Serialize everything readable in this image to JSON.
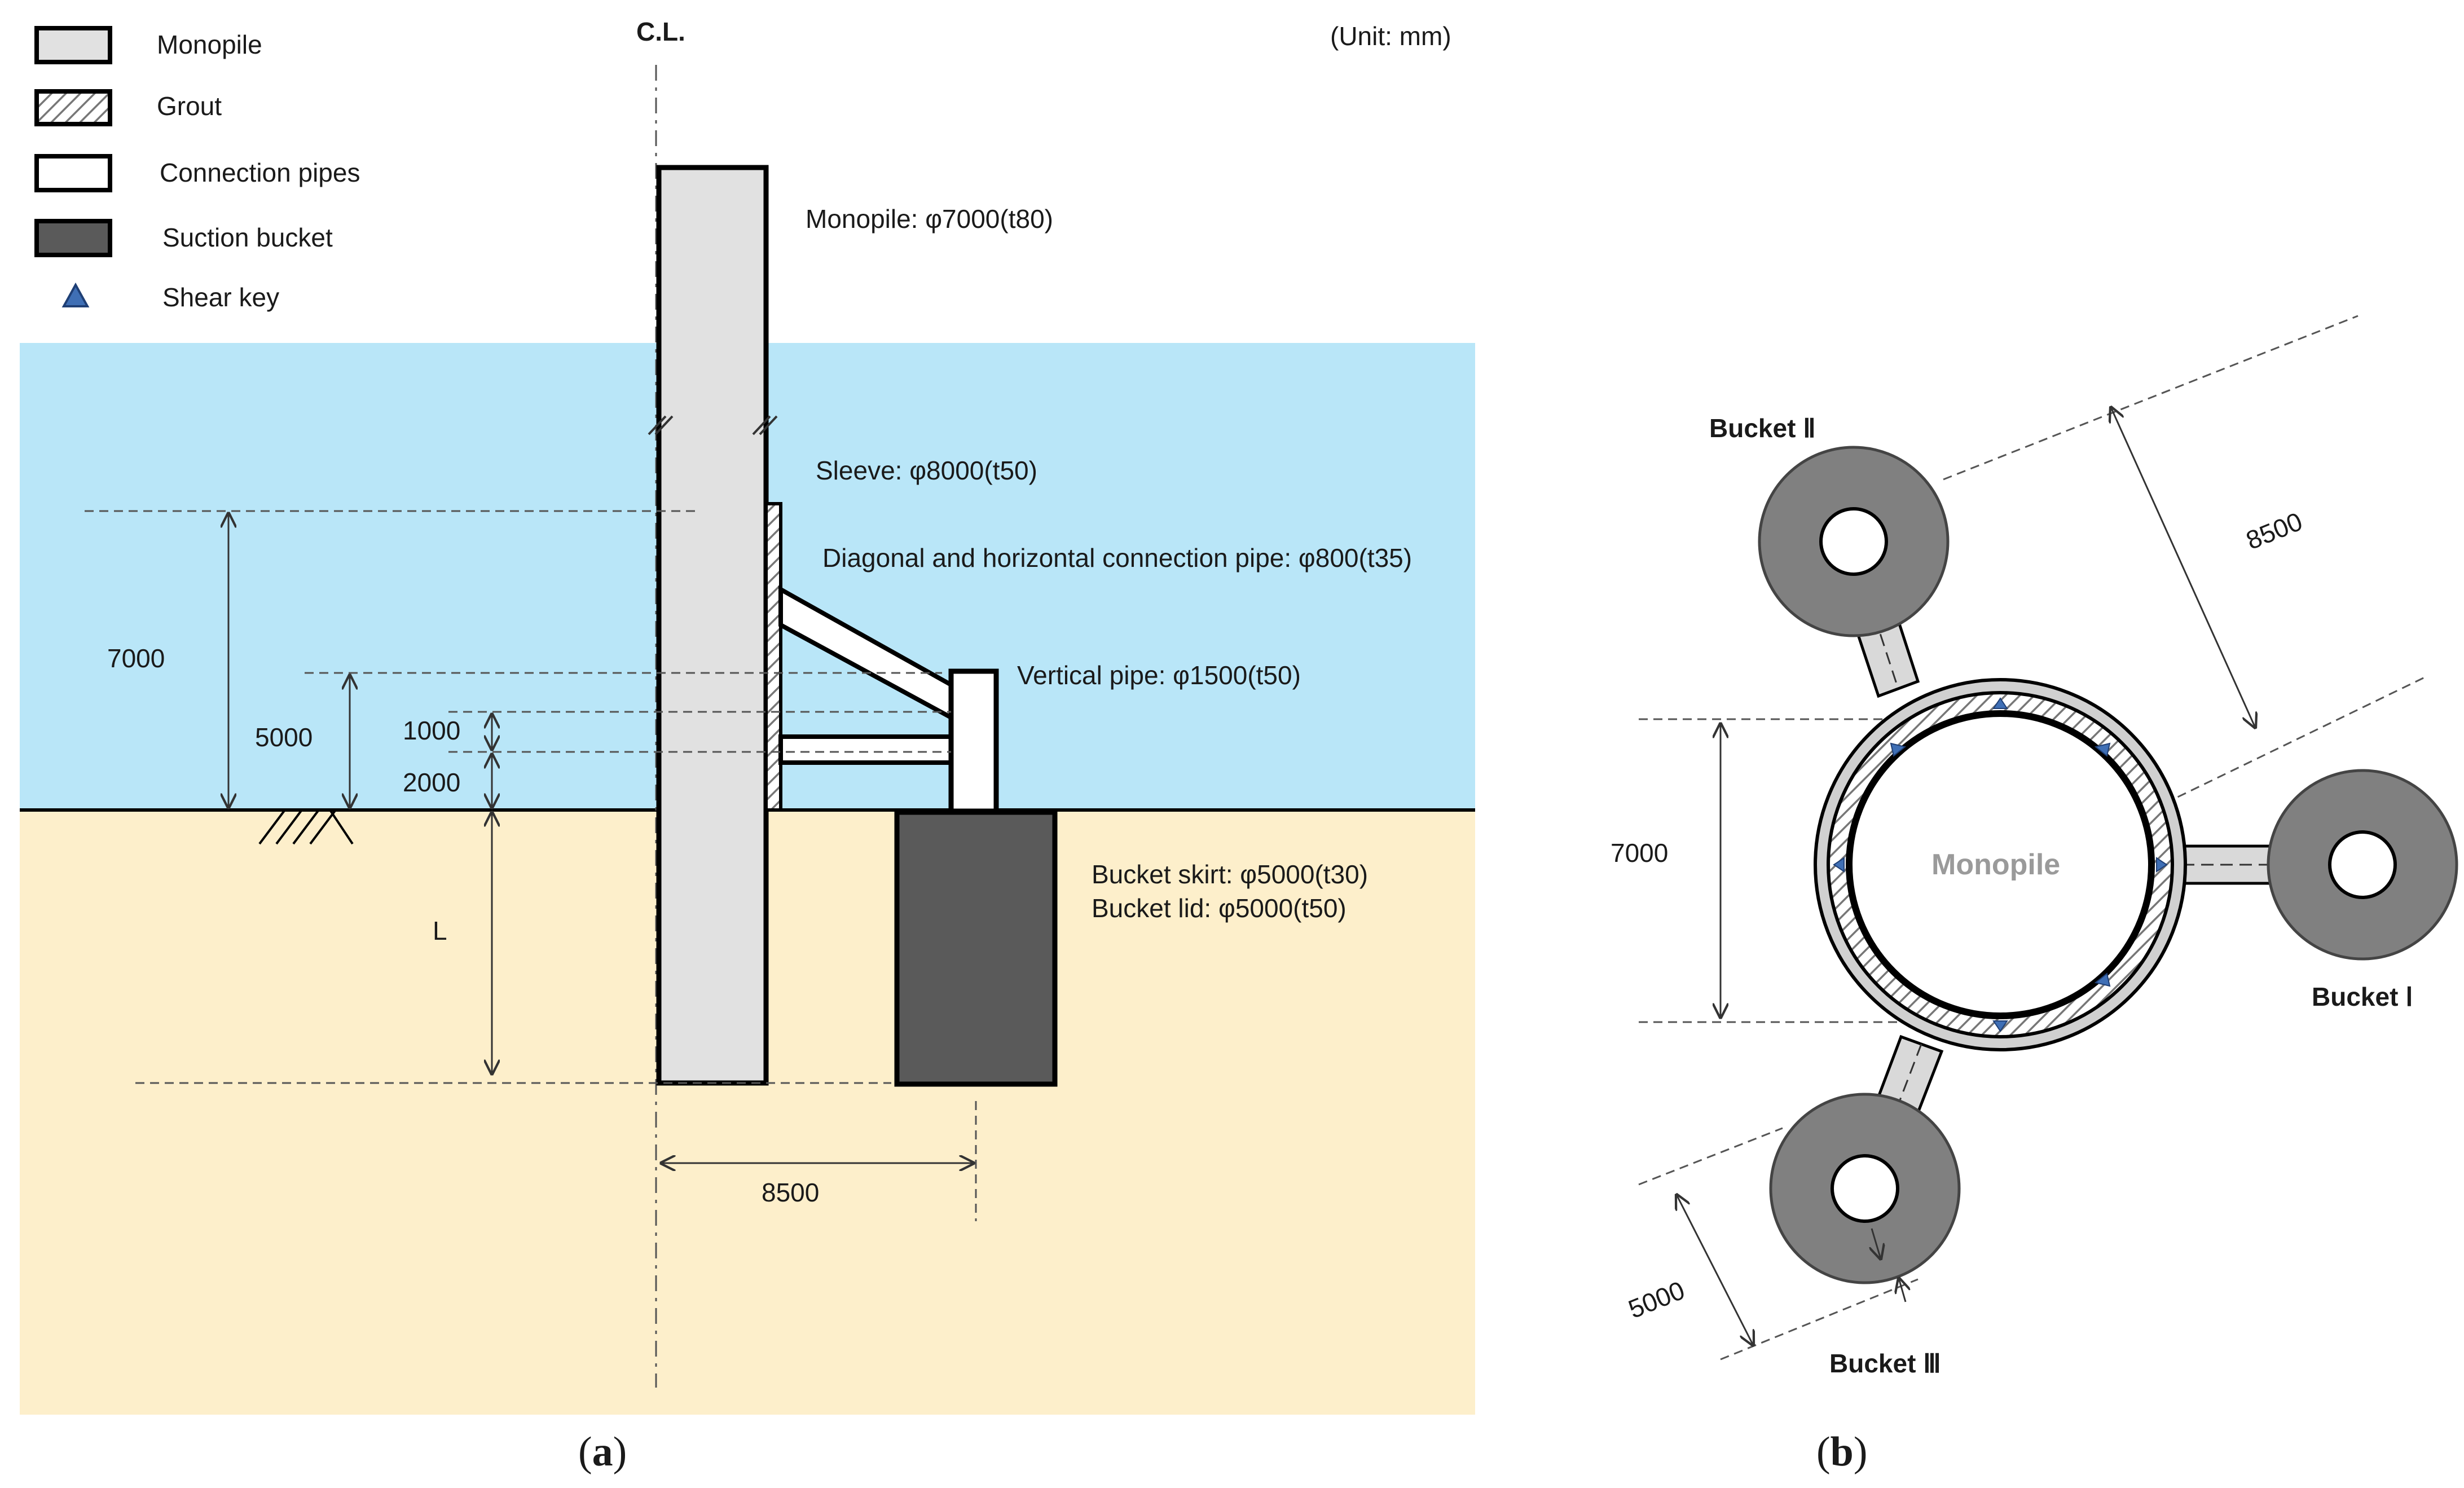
{
  "colors": {
    "water": "#b9e6f8",
    "soil": "#fdefcb",
    "monopile": "#e1e1e1",
    "bucket": "#5a5a5a",
    "bucket_plan": "#808080",
    "connection_pipe_plan": "#d9d9d9",
    "shear_key": "#3f6fb5",
    "line": "#000000"
  },
  "legend": [
    {
      "label": "Monopile",
      "icon": "monopile-swatch"
    },
    {
      "label": "Grout",
      "icon": "grout-hatch-swatch"
    },
    {
      "label": "Connection pipes",
      "icon": "connection-pipe-swatch"
    },
    {
      "label": "Suction bucket",
      "icon": "suction-bucket-swatch"
    },
    {
      "label": "Shear key",
      "icon": "triangle-icon"
    }
  ],
  "panel_a": {
    "centerline_label": "C.L.",
    "unit_note": "(Unit: mm)",
    "labels": {
      "monopile": "Monopile: φ7000(t80)",
      "sleeve": "Sleeve: φ8000(t50)",
      "diagonal_pipe": "Diagonal and horizontal connection pipe: φ800(t35)",
      "vertical_pipe": "Vertical pipe: φ1500(t50)",
      "bucket_skirt": "Bucket skirt: φ5000(t30)",
      "bucket_lid": "Bucket lid: φ5000(t50)"
    },
    "dimensions": {
      "d7000": "7000",
      "d5000": "5000",
      "d1000": "1000",
      "d2000": "2000",
      "dL": "L",
      "d8500": "8500"
    },
    "caption_open": "(",
    "caption_letter": "a",
    "caption_close": ")"
  },
  "panel_b": {
    "monopile_label": "Monopile",
    "buckets": [
      {
        "label": "Bucket Ⅰ"
      },
      {
        "label": "Bucket Ⅱ"
      },
      {
        "label": "Bucket Ⅲ"
      }
    ],
    "dimensions": {
      "d8500": "8500",
      "d7000": "7000",
      "d5000": "5000"
    },
    "caption_open": "(",
    "caption_letter": "b",
    "caption_close": ")"
  }
}
